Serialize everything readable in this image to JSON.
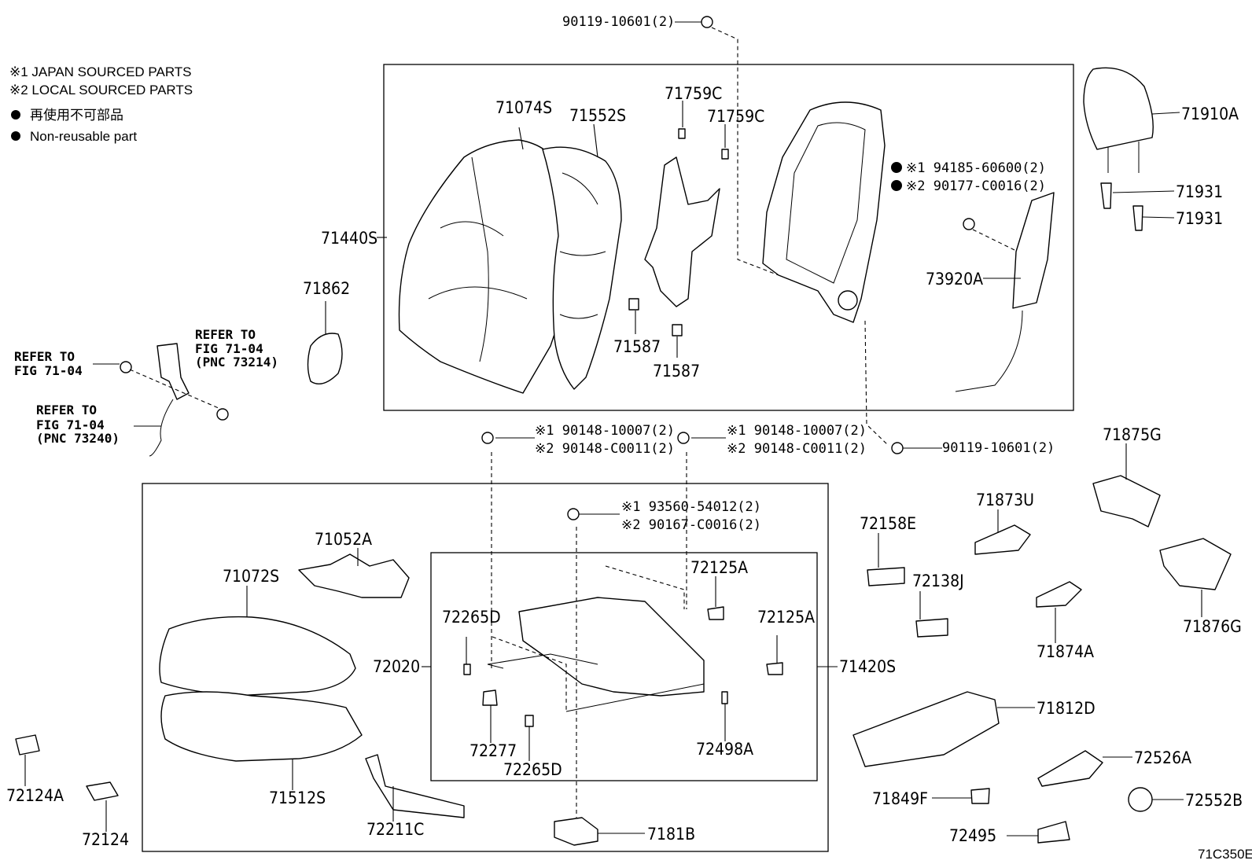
{
  "legend": [
    "※1 JAPAN SOURCED PARTS",
    "※2 LOCAL SOURCED PARTS",
    "再使用不可部品",
    "Non-reusable part"
  ],
  "labels": {
    "p90119_top": "90119-10601(2)",
    "p71074S": "71074S",
    "p71552S": "71552S",
    "p71759C_a": "71759C",
    "p71759C_b": "71759C",
    "p94185": "※1 94185-60600(2)",
    "p90177": "※2 90177-C0016(2)",
    "p71910A": "71910A",
    "p71931_a": "71931",
    "p71931_b": "71931",
    "p71440S": "71440S",
    "p71862": "71862",
    "p73920A": "73920A",
    "p71587_a": "71587",
    "p71587_b": "71587",
    "ref1_a": "REFER TO",
    "ref1_b": "FIG 71-04",
    "ref1_c": "(PNC 73214)",
    "ref2_a": "REFER TO",
    "ref2_b": "FIG 71-04",
    "ref3_a": "REFER TO",
    "ref3_b": "FIG 71-04",
    "ref3_c": "(PNC 73240)",
    "p90148_l1": "※1 90148-10007(2)",
    "p90148_l2": "※2 90148-C0011(2)",
    "p90148_r1": "※1 90148-10007(2)",
    "p90148_r2": "※2 90148-C0011(2)",
    "p90119_mid": "90119-10601(2)",
    "p93560": "※1 93560-54012(2)",
    "p90167": "※2 90167-C0016(2)",
    "p71875G": "71875G",
    "p71052A": "71052A",
    "p71873U": "71873U",
    "p72158E": "72158E",
    "p71072S": "71072S",
    "p72125A_a": "72125A",
    "p72125A_b": "72125A",
    "p72138J": "72138J",
    "p72265D_a": "72265D",
    "p72020": "72020",
    "p71420S": "71420S",
    "p71876G": "71876G",
    "p71874A": "71874A",
    "p71812D": "71812D",
    "p72124A": "72124A",
    "p72277": "72277",
    "p72265D_b": "72265D",
    "p72498A": "72498A",
    "p72526A": "72526A",
    "p71512S": "71512S",
    "p71849F": "71849F",
    "p72552B": "72552B",
    "p72211C": "72211C",
    "p7181B": "7181B",
    "p72495": "72495",
    "p72124": "72124",
    "diagram_code": "71C350E"
  }
}
